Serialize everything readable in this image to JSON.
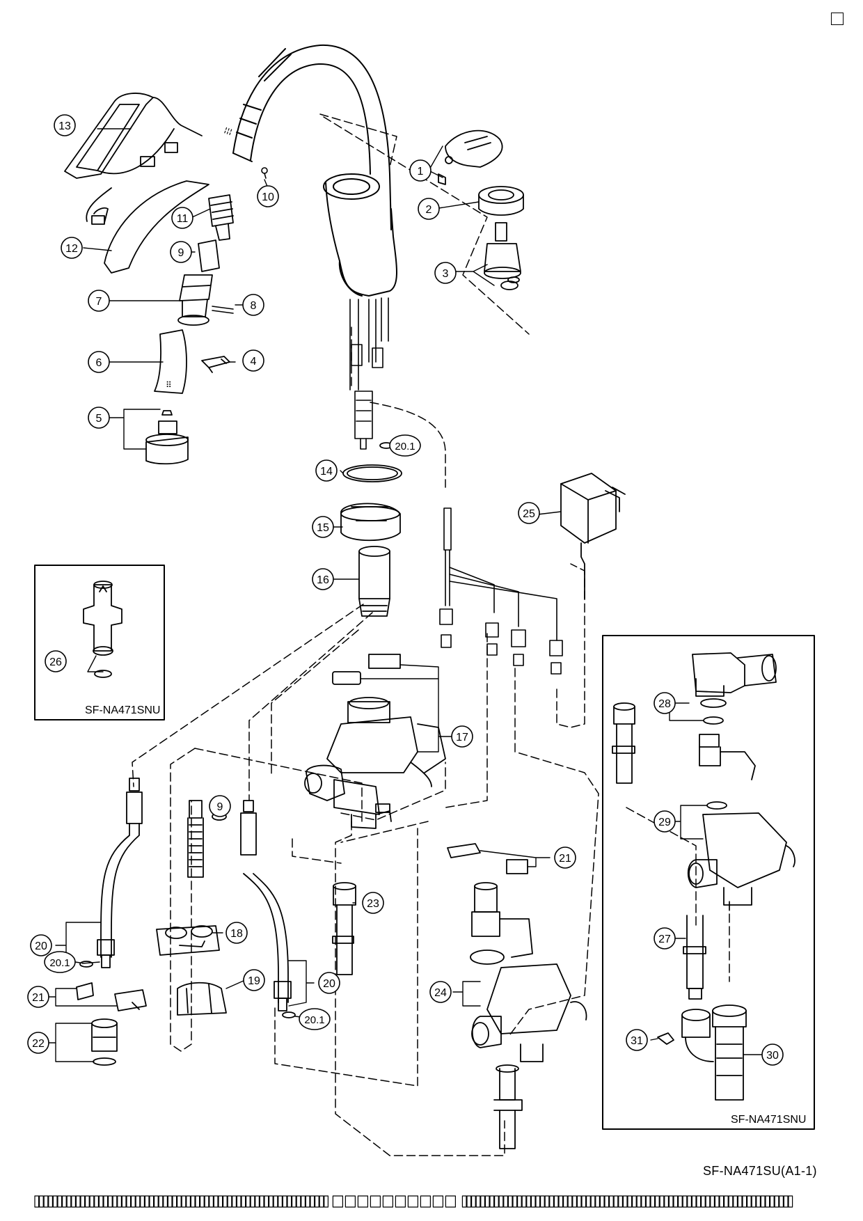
{
  "model_ref": "SF-NA471SU(A1-1)",
  "insets": [
    {
      "id": "left",
      "label": "SF-NA471SNU"
    },
    {
      "id": "right",
      "label": "SF-NA471SNU"
    }
  ],
  "callouts": [
    "1",
    "2",
    "3",
    "4",
    "5",
    "6",
    "7",
    "8",
    "9",
    "10",
    "11",
    "12",
    "13",
    "14",
    "15",
    "16",
    "17",
    "18",
    "19",
    "20",
    "20.1",
    "21",
    "22",
    "23",
    "24",
    "25",
    "26",
    "27",
    "28",
    "29",
    "30",
    "31"
  ],
  "footer_boxes": {
    "left_count": 64,
    "mid_count": 10,
    "right_count": 72
  }
}
